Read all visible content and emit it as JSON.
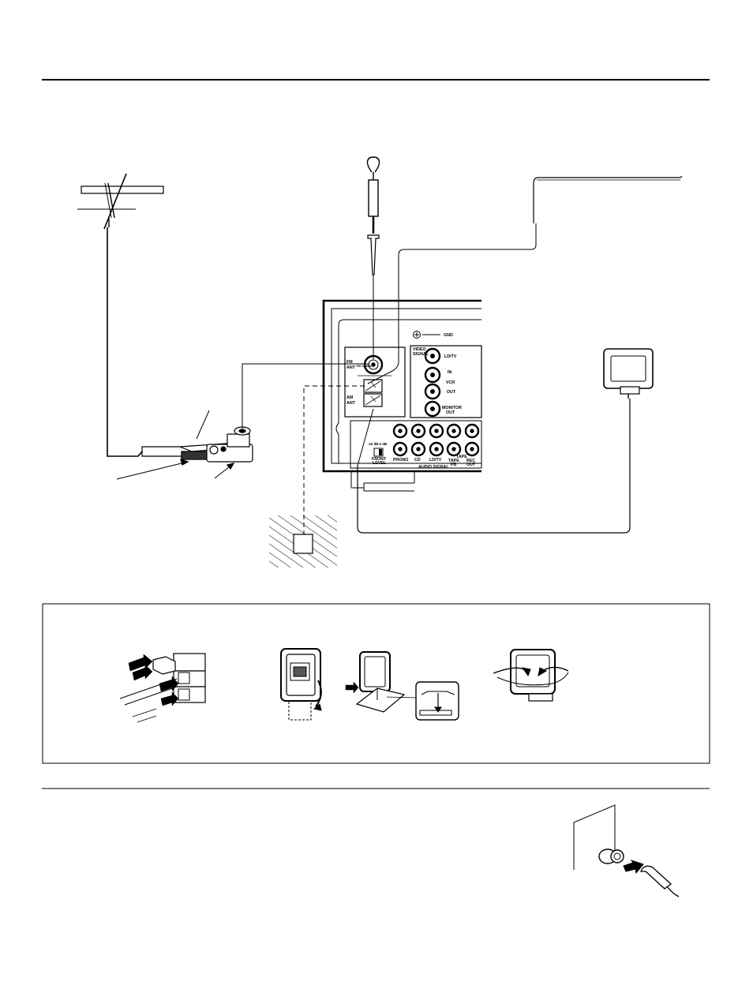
{
  "rear_panel": {
    "gnd_label": "GND",
    "video_signal_label": "VIDEO\nSIGNAL",
    "video_jacks": [
      "LD/TV",
      "IN",
      "VCR",
      "OUT",
      "MONITOR\nOUT"
    ],
    "fm_ant_label": "FM\nANT",
    "fm_ant_sub_label": "75Ω UNBAL",
    "am_ant_label": "AM\nANT",
    "front_level_values": "-10 dB  0 dB",
    "front_level_label": "FRONT\nLEVEL",
    "audio_jack_labels": [
      "PHONO",
      "CD",
      "LD/TV",
      "TAPE\nPB",
      "REC\nOUT"
    ],
    "tape_group_label": "TAPE",
    "audio_signal_label": "AUDIO SIGNAL"
  },
  "icons": {
    "outdoor_fm_antenna": "outdoor-fm-antenna-icon",
    "indoor_fm_antenna": "indoor-fm-antenna-icon",
    "outdoor_am_wire": "outdoor-am-wire-icon",
    "am_loop_antenna": "am-loop-antenna-icon",
    "antenna_adapter": "antenna-adapter-icon",
    "ground_rod": "ground-icon",
    "wall_socket": "wall-socket-icon"
  }
}
